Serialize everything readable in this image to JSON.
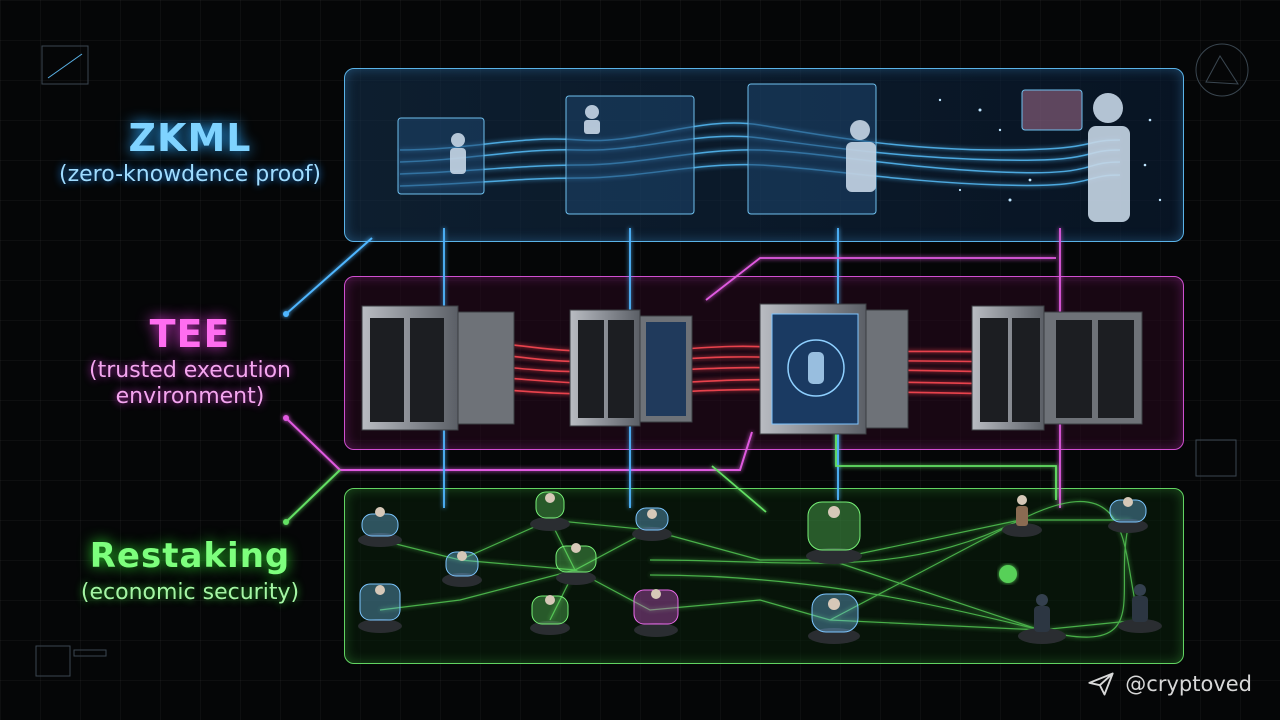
{
  "layers": [
    {
      "id": "zkml",
      "title": "ZKML",
      "subtitle": "(zero-knowdence proof)",
      "color": "#5ab3e8"
    },
    {
      "id": "tee",
      "title": "TEE",
      "subtitle": "(trusted execution environment)",
      "color": "#d04fd0"
    },
    {
      "id": "restaking",
      "title": "Restaking",
      "subtitle": "(economic security)",
      "color": "#62d462"
    }
  ],
  "icons": [
    "paper-plane-icon",
    "robot-figure-icon",
    "server-rack-icon",
    "node-figure-icon"
  ],
  "watermark": {
    "handle": "@cryptoved"
  }
}
